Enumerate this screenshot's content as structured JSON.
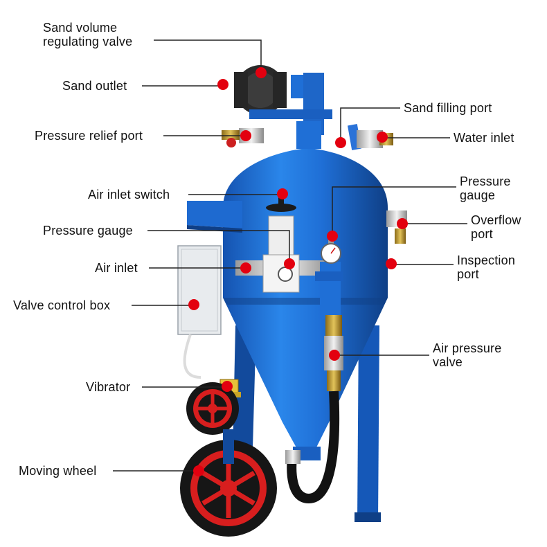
{
  "colors": {
    "machine_blue": "#1f6fd6",
    "machine_blue_dark": "#11468f",
    "callout_dot": "#e3000f",
    "wheel_red": "#d81e1e",
    "tire": "#161616",
    "leader_line": "#222222"
  },
  "callouts": [
    {
      "id": "sand-volume-regulating-valve",
      "lines": [
        "Sand volume",
        "regulating valve"
      ]
    },
    {
      "id": "sand-outlet",
      "lines": [
        "Sand outlet"
      ]
    },
    {
      "id": "sand-filling-port",
      "lines": [
        "Sand filling port"
      ]
    },
    {
      "id": "pressure-relief-port",
      "lines": [
        "Pressure relief port"
      ]
    },
    {
      "id": "water-inlet",
      "lines": [
        "Water inlet"
      ]
    },
    {
      "id": "pressure-gauge-right",
      "lines": [
        "Pressure",
        "gauge"
      ]
    },
    {
      "id": "air-inlet-switch",
      "lines": [
        "Air inlet switch"
      ]
    },
    {
      "id": "overflow-port",
      "lines": [
        "Overflow",
        "port"
      ]
    },
    {
      "id": "pressure-gauge-left",
      "lines": [
        "Pressure gauge"
      ]
    },
    {
      "id": "air-inlet",
      "lines": [
        "Air inlet"
      ]
    },
    {
      "id": "inspection-port",
      "lines": [
        "Inspection",
        "port"
      ]
    },
    {
      "id": "valve-control-box",
      "lines": [
        "Valve control box"
      ]
    },
    {
      "id": "air-pressure-valve",
      "lines": [
        "Air pressure",
        "valve"
      ]
    },
    {
      "id": "vibrator",
      "lines": [
        "Vibrator"
      ]
    },
    {
      "id": "moving-wheel",
      "lines": [
        "Moving wheel"
      ]
    }
  ]
}
